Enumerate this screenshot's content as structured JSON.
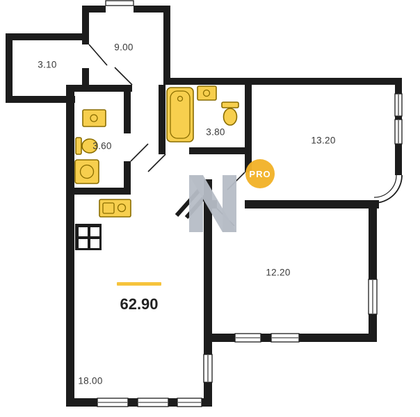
{
  "floorplan": {
    "total_area": "62.90",
    "rooms": [
      {
        "area": "3.10"
      },
      {
        "area": "9.00"
      },
      {
        "area": "3.60"
      },
      {
        "area": "3.80"
      },
      {
        "area": "13.20"
      },
      {
        "area": "12.20"
      },
      {
        "area": "18.00"
      }
    ],
    "watermark": {
      "label": "PRO"
    },
    "colors": {
      "wall": "#1c1c1c",
      "fixture_fill": "#f7cf4e",
      "fixture_stroke": "#8a6d00",
      "accent_bar": "#f6c33c",
      "watermark_gray": "#b6bdc6",
      "watermark_circle": "#f2b32a",
      "label_text": "#3a3a3a",
      "total_text": "#222222"
    }
  }
}
